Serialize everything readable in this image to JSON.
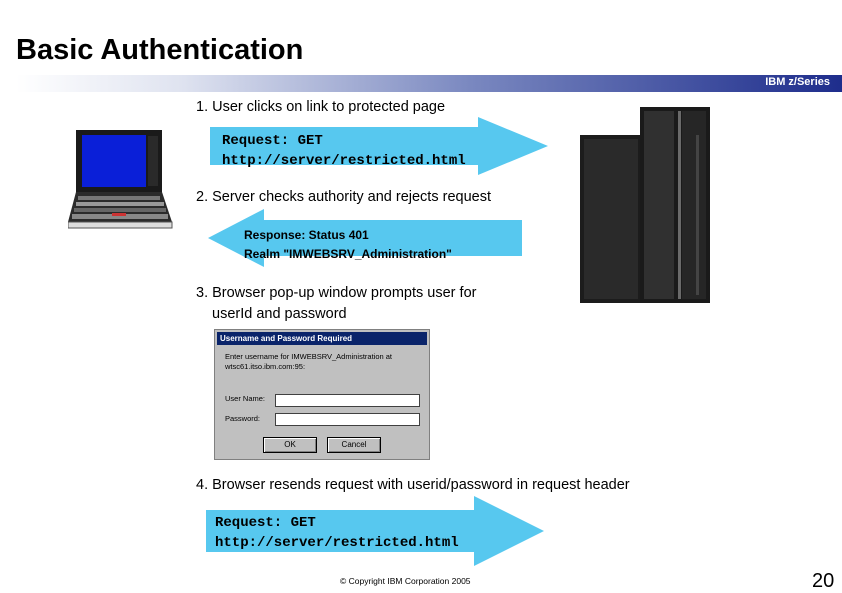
{
  "title": "Basic Authentication",
  "banner": "IBM z/Series",
  "steps": {
    "s1": "1. User clicks on link to protected page",
    "s2": "2. Server checks authority and rejects request",
    "s3a": "3. Browser pop-up window prompts user for",
    "s3b": "userId and password",
    "s4": "4. Browser resends request with userid/password in request header"
  },
  "request1": {
    "line1": "Request: GET",
    "line2": "http://server/restricted.html"
  },
  "response": {
    "line1": "Response: Status 401",
    "line2": "Realm \"IMWEBSRV_Administration\""
  },
  "request2": {
    "line1": "Request: GET",
    "line2": "http://server/restricted.html"
  },
  "dialog": {
    "title": "Username and Password Required",
    "message": "Enter username for IMWEBSRV_Administration at wtsc61.itso.ibm.com:95:",
    "user_label": "User Name:",
    "password_label": "Password:",
    "user_value": "",
    "password_value": "",
    "ok_label": "OK",
    "cancel_label": "Cancel"
  },
  "footer": {
    "copyright": "© Copyright IBM Corporation 2005",
    "page": "20"
  },
  "colors": {
    "arrow_fill": "#57c8ef",
    "banner_dark": "#1e2d8c",
    "dialog_title": "#0a246a"
  }
}
